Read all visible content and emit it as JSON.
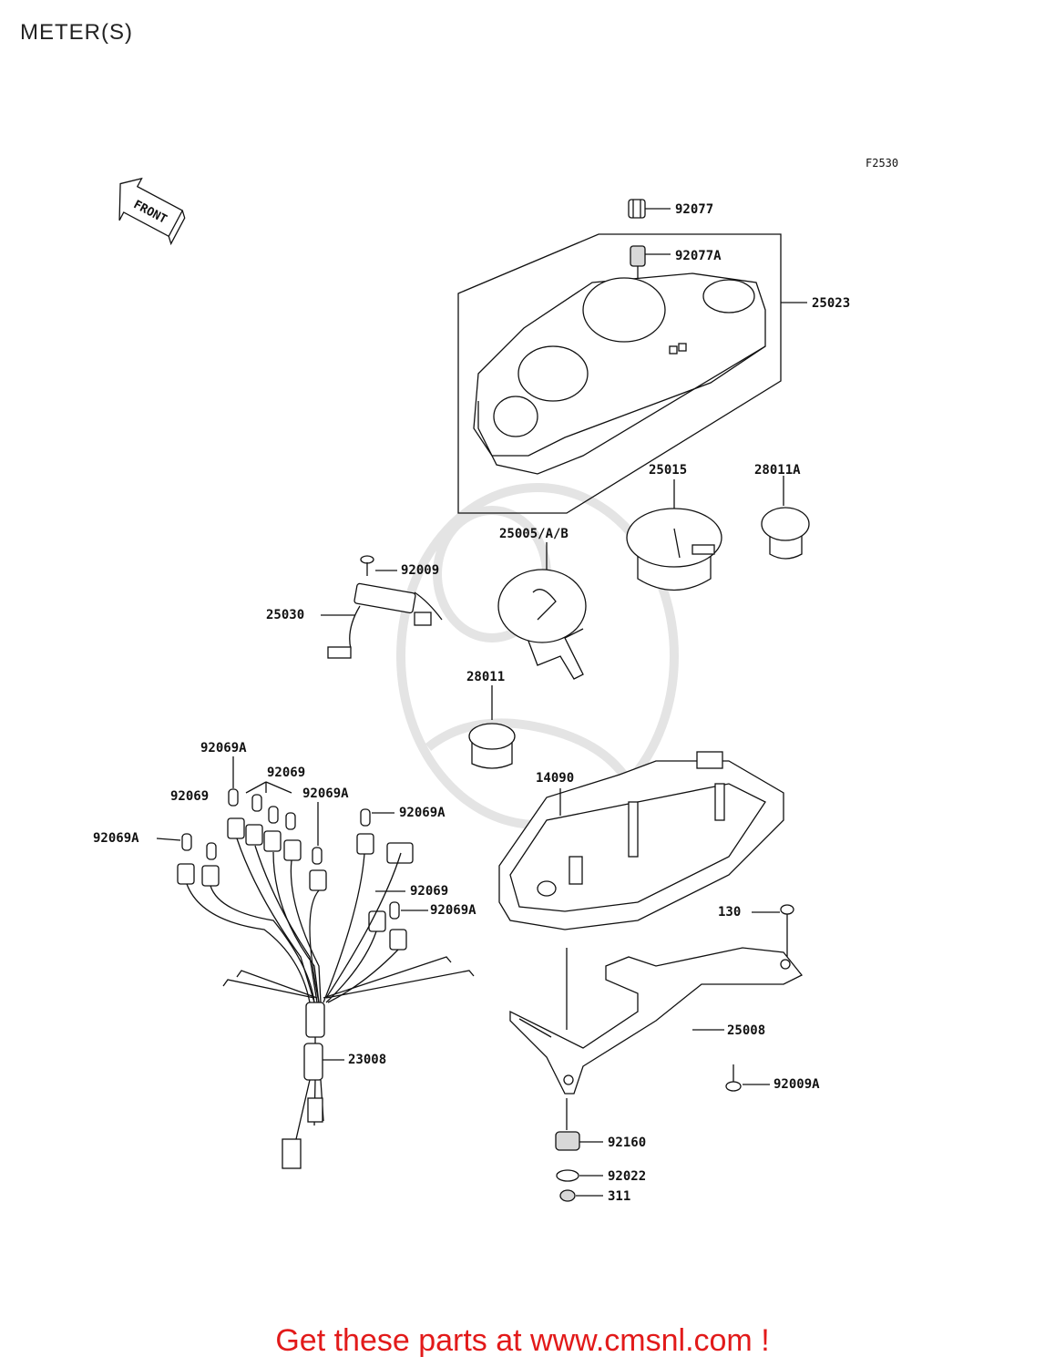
{
  "title": "METER(S)",
  "figure_code": "F2530",
  "front_label": "FRONT",
  "parts": {
    "p92077": "92077",
    "p92077A": "92077A",
    "p25023": "25023",
    "p25015": "25015",
    "p28011A": "28011A",
    "p25005": "25005/A/B",
    "p92009": "92009",
    "p25030": "25030",
    "p28011": "28011",
    "p92069A_1": "92069A",
    "p92069_1": "92069",
    "p92069_2": "92069",
    "p92069A_2": "92069A",
    "p92069A_3": "92069A",
    "p92069A_4": "92069A",
    "p14090": "14090",
    "p92069_3": "92069",
    "p92069A_5": "92069A",
    "p130": "130",
    "p25008": "25008",
    "p23008": "23008",
    "p92009A": "92009A",
    "p92160": "92160",
    "p92022": "92022",
    "p311": "311"
  },
  "footer": "Get these parts at www.cmsnl.com !"
}
